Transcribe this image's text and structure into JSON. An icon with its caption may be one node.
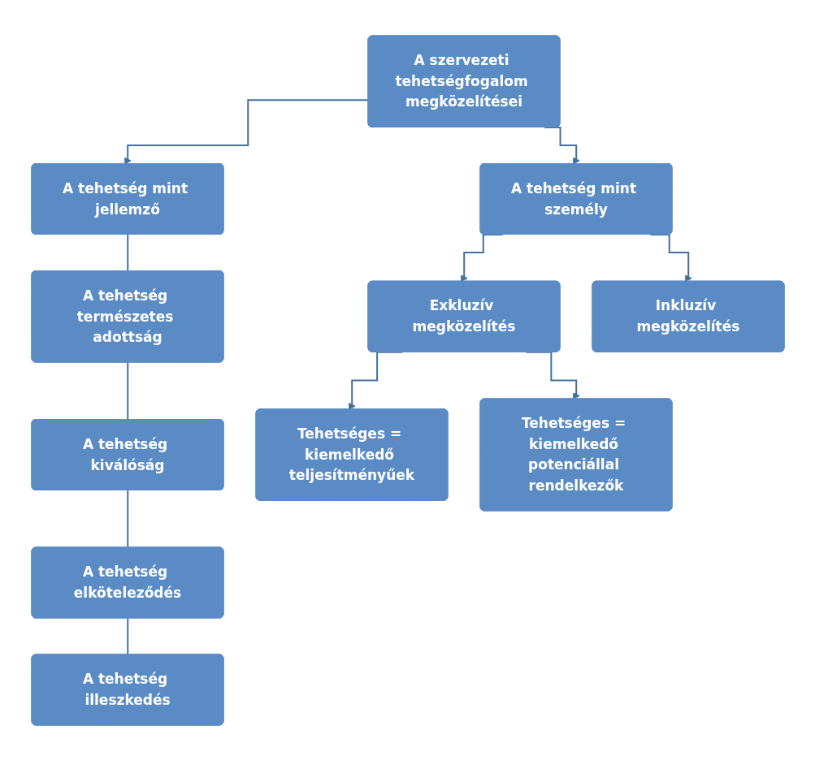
{
  "diagram": {
    "nodes": [
      {
        "text": [
          "A szervezeti tehetségfogalom megközelítései"
        ]
      },
      {
        "text": [
          "A tehetség mint jellemző"
        ]
      },
      {
        "text": [
          "A tehetség mint személy"
        ]
      },
      {
        "text": [
          "A tehetség természetes adottság"
        ]
      },
      {
        "text": [
          "A tehetség kiválóság"
        ]
      },
      {
        "text": [
          "A tehetség elköteleződés"
        ]
      },
      {
        "text": [
          "A tehetség illeszkedés"
        ]
      },
      {
        "text": [
          "Exkluzív megközelítés"
        ]
      },
      {
        "text": [
          "Inkluzív megközelítés"
        ]
      },
      {
        "text": [
          "Tehetséges = kiemelkedő teljesítményűek"
        ]
      },
      {
        "text": [
          "Tehetséges = kiemelkedő potenciállal rendelkezők"
        ]
      }
    ],
    "edges": [
      {
        "from": 0,
        "to": 1,
        "arrow": "to"
      },
      {
        "from": 0,
        "to": 2,
        "arrow": "to"
      },
      {
        "from": 1,
        "to": 3,
        "arrow": "none"
      },
      {
        "from": 3,
        "to": 4,
        "arrow": "none"
      },
      {
        "from": 4,
        "to": 5,
        "arrow": "none"
      },
      {
        "from": 5,
        "to": 6,
        "arrow": "none"
      },
      {
        "from": 2,
        "to": 7,
        "arrow": "to"
      },
      {
        "from": 2,
        "to": 8,
        "arrow": "to"
      },
      {
        "from": 7,
        "to": 9,
        "arrow": "to"
      },
      {
        "from": 7,
        "to": 10,
        "arrow": "to"
      }
    ]
  }
}
